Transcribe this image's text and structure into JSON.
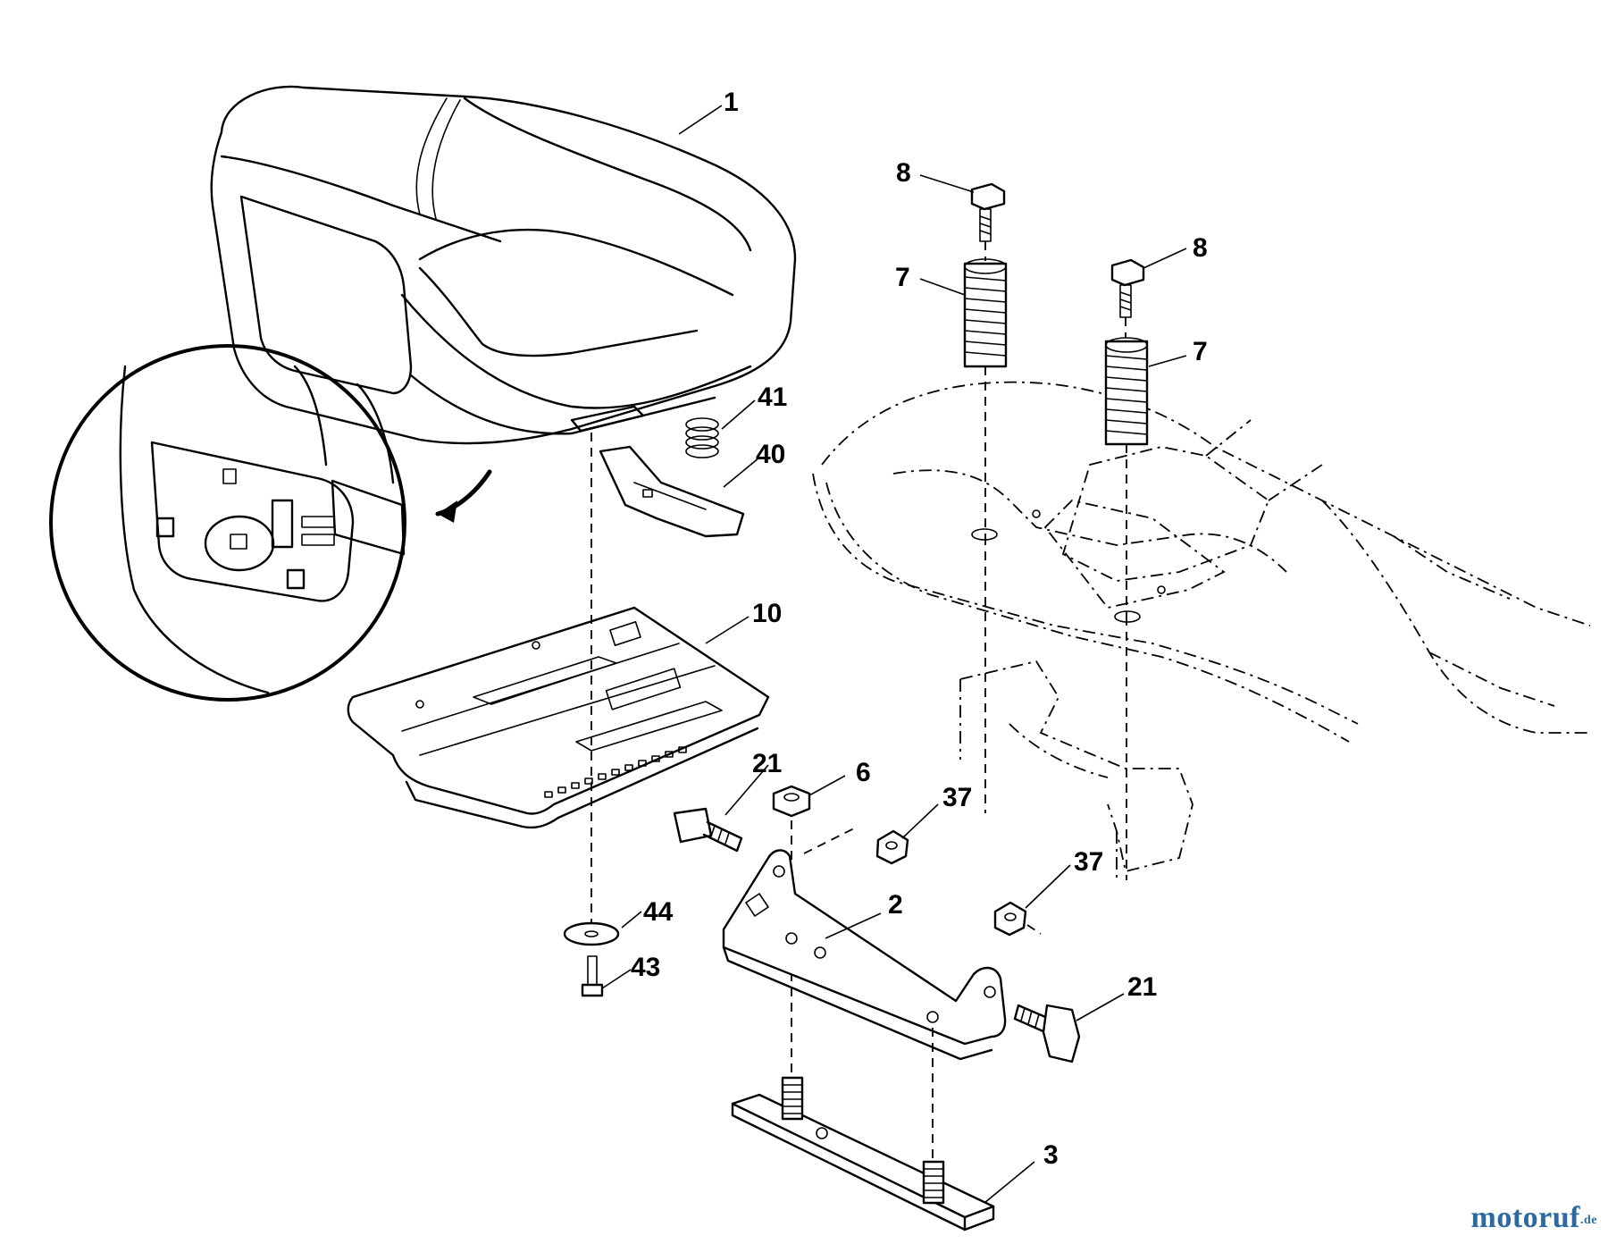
{
  "callouts": [
    {
      "id": "c1",
      "label": "1"
    },
    {
      "id": "c8a",
      "label": "8"
    },
    {
      "id": "c8b",
      "label": "8"
    },
    {
      "id": "c7a",
      "label": "7"
    },
    {
      "id": "c7b",
      "label": "7"
    },
    {
      "id": "c41",
      "label": "41"
    },
    {
      "id": "c40",
      "label": "40"
    },
    {
      "id": "c10",
      "label": "10"
    },
    {
      "id": "c21a",
      "label": "21"
    },
    {
      "id": "c6",
      "label": "6"
    },
    {
      "id": "c37a",
      "label": "37"
    },
    {
      "id": "c37b",
      "label": "37"
    },
    {
      "id": "c2",
      "label": "2"
    },
    {
      "id": "c44",
      "label": "44"
    },
    {
      "id": "c43",
      "label": "43"
    },
    {
      "id": "c21b",
      "label": "21"
    },
    {
      "id": "c3",
      "label": "3"
    }
  ],
  "watermark": {
    "name": "motoruf",
    "tld": ".de",
    "color": "#2c6aa0"
  }
}
